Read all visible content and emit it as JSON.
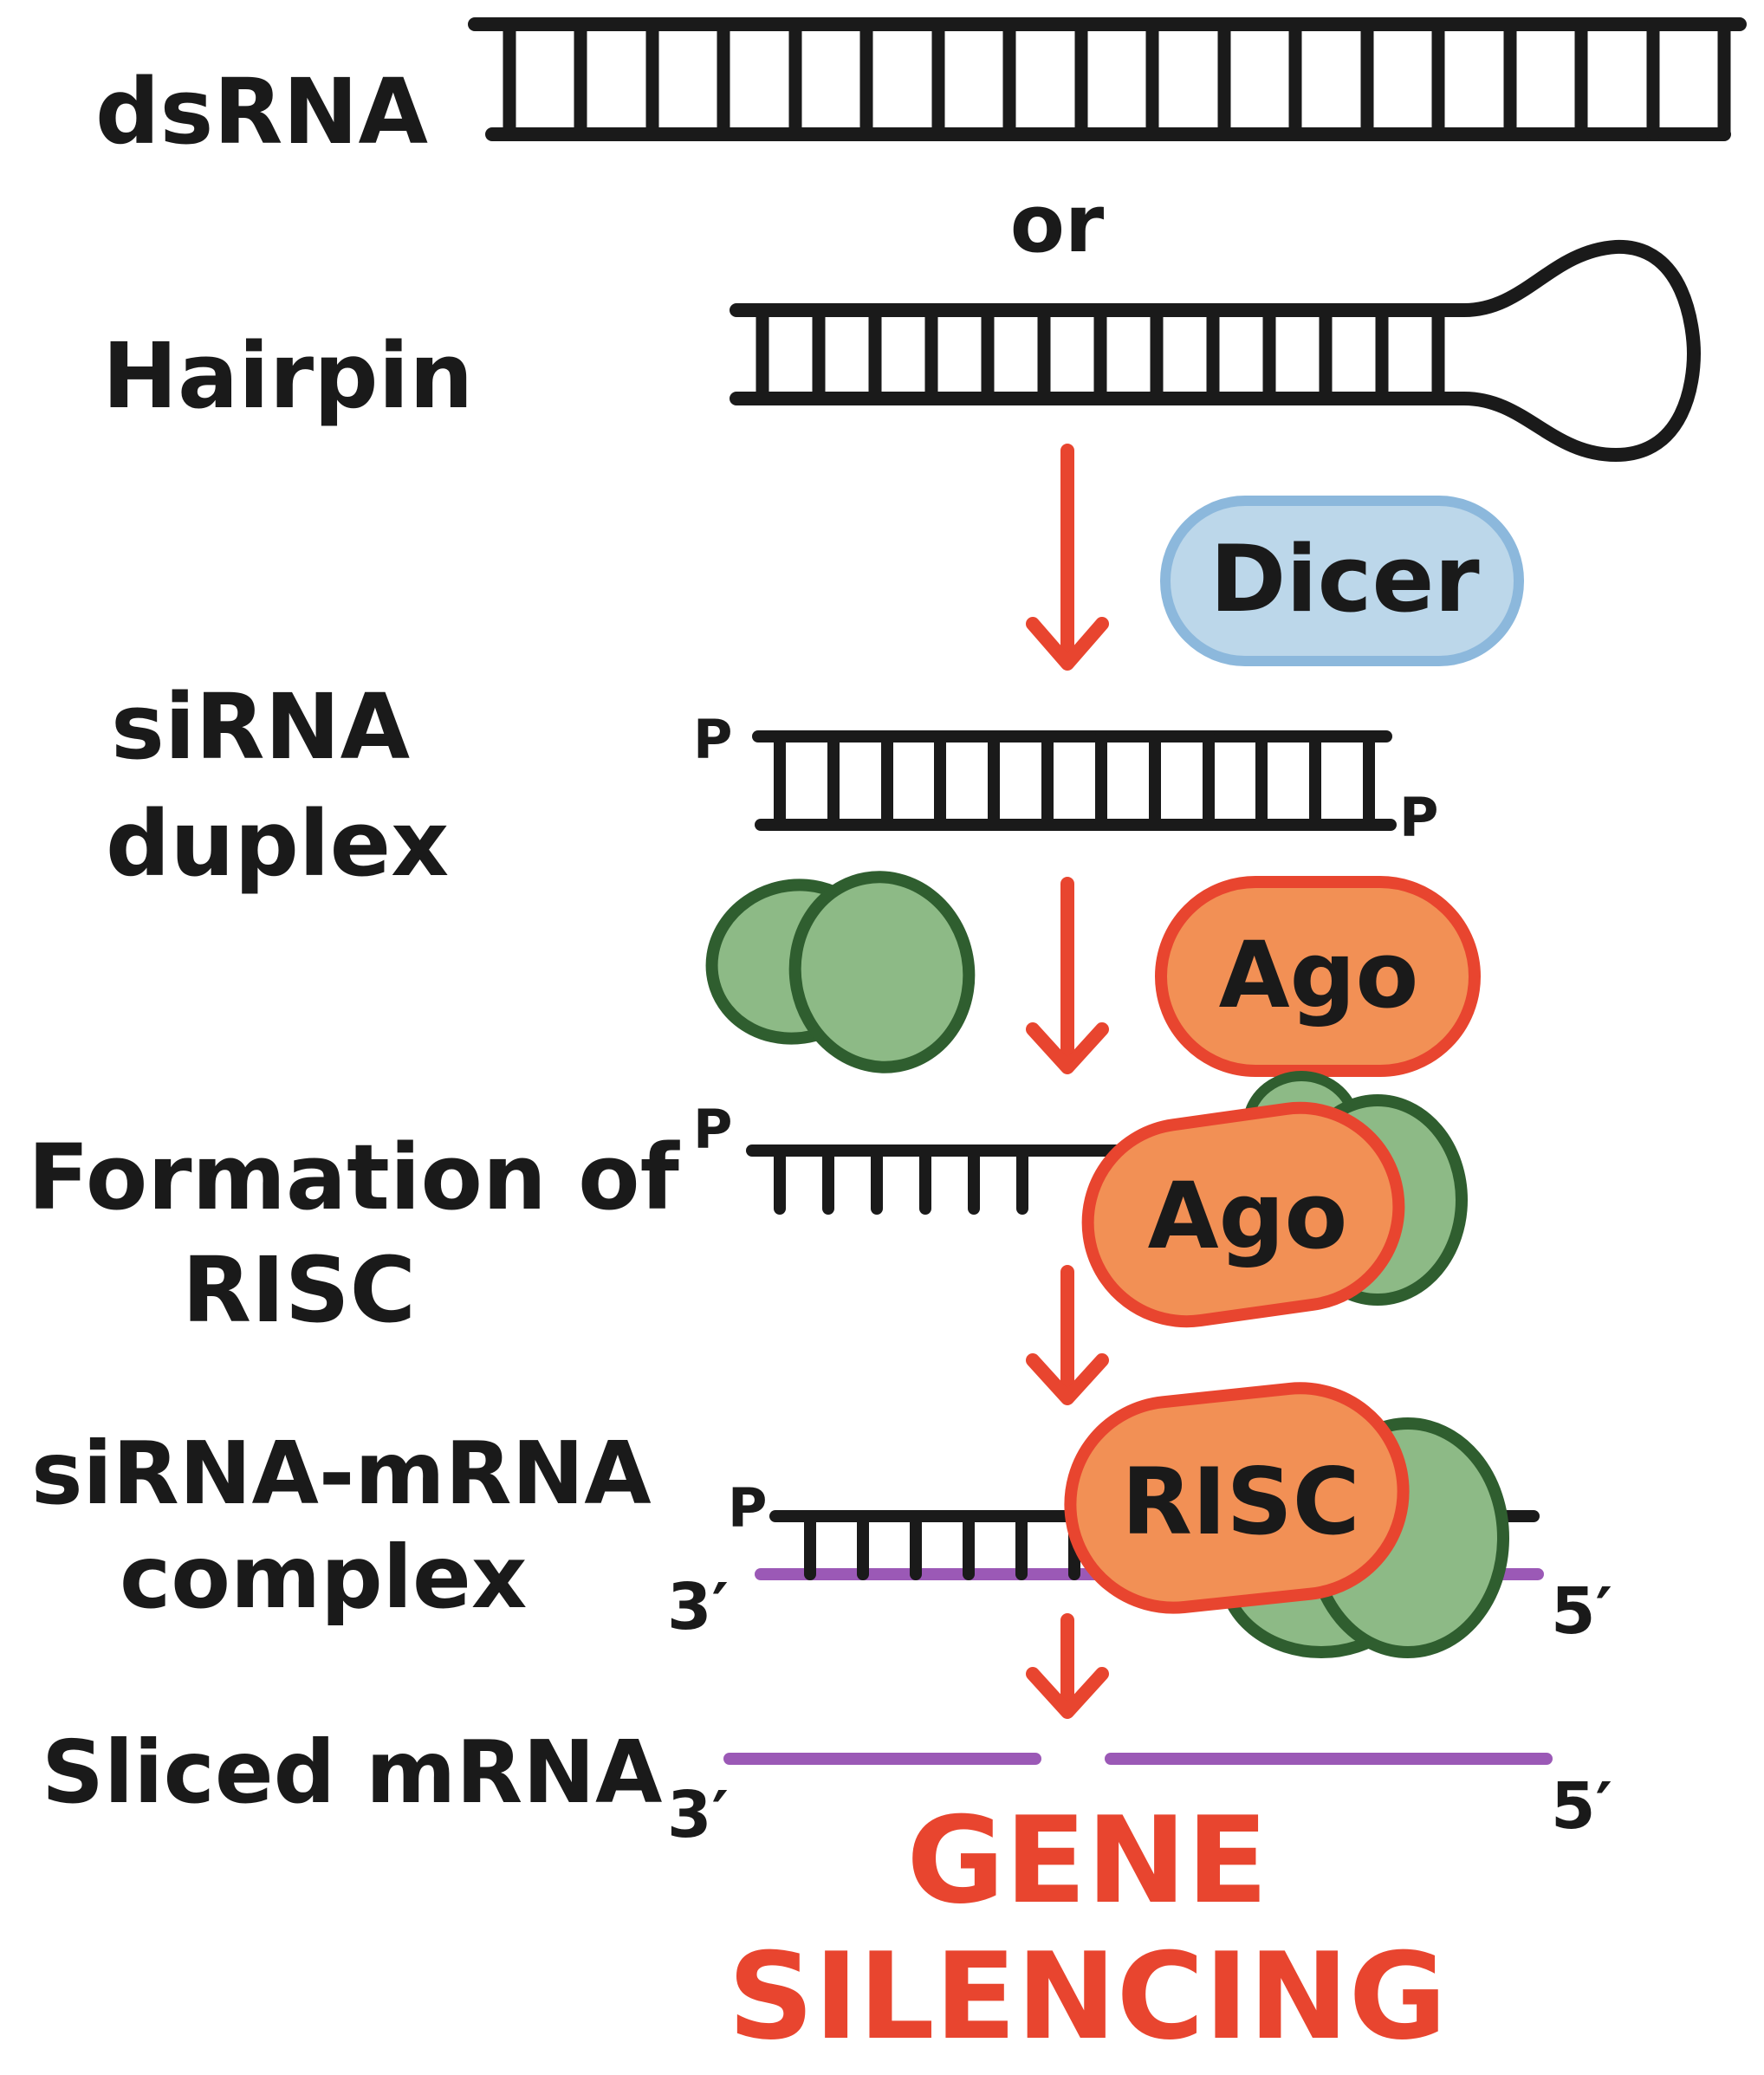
{
  "labels": {
    "dsrna": "dsRNA",
    "or": "or",
    "hairpin": "Hairpin",
    "sirna_line1": "siRNA",
    "sirna_line2": "duplex",
    "risc_form_line1": "Formation of",
    "risc_form_line2": "RISC",
    "complex_line1": "siRNA-mRNA",
    "complex_line2": "complex",
    "sliced": "Sliced mRNA"
  },
  "proteins": {
    "dicer": "Dicer",
    "ago_free": "Ago",
    "ago_bound": "Ago",
    "risc": "RISC"
  },
  "tags": {
    "phosphate": "P",
    "three_prime": "3′",
    "five_prime": "5′"
  },
  "outcome": {
    "line1": "GENE",
    "line2": "SILENCING"
  },
  "colors": {
    "arrow": "#e8452f",
    "dicer_fill": "#bcd7ea",
    "dicer_stroke": "#8cb8dc",
    "ago_fill": "#f29055",
    "ago_stroke": "#e8452f",
    "green_fill": "#8dba86",
    "green_stroke": "#2f5e2f",
    "mrna": "#9b59b6",
    "ink": "#1a1a1a"
  }
}
